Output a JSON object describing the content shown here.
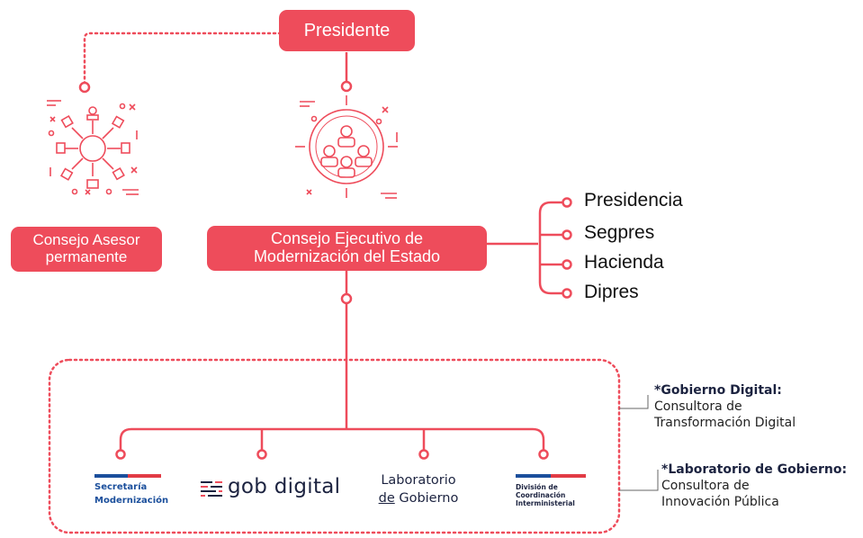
{
  "president": "Presidente",
  "advisory_council": {
    "line1": "Consejo Asesor",
    "line2": "permanente"
  },
  "executive_council": {
    "line1": "Consejo Ejecutivo de",
    "line2": "Modernización del Estado"
  },
  "members": [
    "Presidencia",
    "Segpres",
    "Hacienda",
    "Dipres"
  ],
  "logos": {
    "secretaria": {
      "line1": "Secretaría",
      "line2": "Modernización"
    },
    "gob_digital": {
      "text": "gob digital"
    },
    "laboratorio": {
      "line1": "Laboratorio",
      "line2a": "de",
      "line2b": "Gobierno"
    },
    "division": {
      "line1": "División de",
      "line2": "Coordinación",
      "line3": "Interministerial"
    }
  },
  "notes": [
    {
      "title": "*Gobierno Digital:",
      "line1": "Consultora de",
      "line2": "Transformación Digital"
    },
    {
      "title": "*Laboratorio de Gobierno:",
      "line1": "Consultora de",
      "line2": "Innovación Pública"
    }
  ],
  "colors": {
    "accent": "#ee4c5b",
    "text": "#111111",
    "navy": "#1b4f9c"
  }
}
